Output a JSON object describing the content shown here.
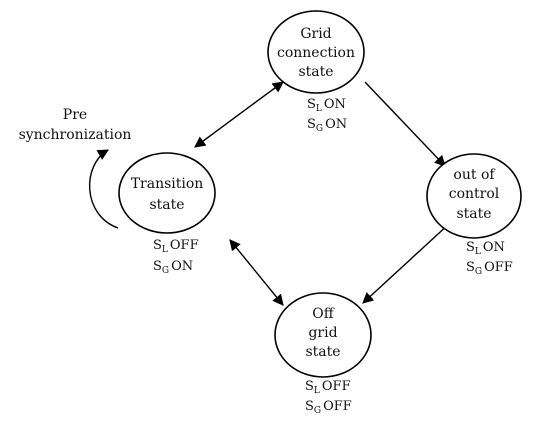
{
  "diagram": {
    "states": {
      "grid": {
        "lines": [
          "Grid",
          "connection",
          "state"
        ]
      },
      "transition": {
        "lines": [
          "Transition",
          "state"
        ]
      },
      "outofcontrol": {
        "lines": [
          "out of",
          "control",
          "state"
        ]
      },
      "offgrid": {
        "lines": [
          "Off",
          "grid",
          "state"
        ]
      }
    },
    "switches": {
      "grid": [
        {
          "symbol": "S",
          "sub": "L",
          "status": "ON"
        },
        {
          "symbol": "S",
          "sub": "G",
          "status": "ON"
        }
      ],
      "transition": [
        {
          "symbol": "S",
          "sub": "L",
          "status": "OFF"
        },
        {
          "symbol": "S",
          "sub": "G",
          "status": "ON"
        }
      ],
      "outofcontrol": [
        {
          "symbol": "S",
          "sub": "L",
          "status": "ON"
        },
        {
          "symbol": "S",
          "sub": "G",
          "status": "OFF"
        }
      ],
      "offgrid": [
        {
          "symbol": "S",
          "sub": "L",
          "status": "OFF"
        },
        {
          "symbol": "S",
          "sub": "G",
          "status": "OFF"
        }
      ]
    },
    "self_loop": {
      "lines": [
        "Pre",
        "synchronization"
      ]
    },
    "colors": {
      "stroke": "#000000",
      "text": "#111111",
      "background": "#ffffff"
    }
  }
}
